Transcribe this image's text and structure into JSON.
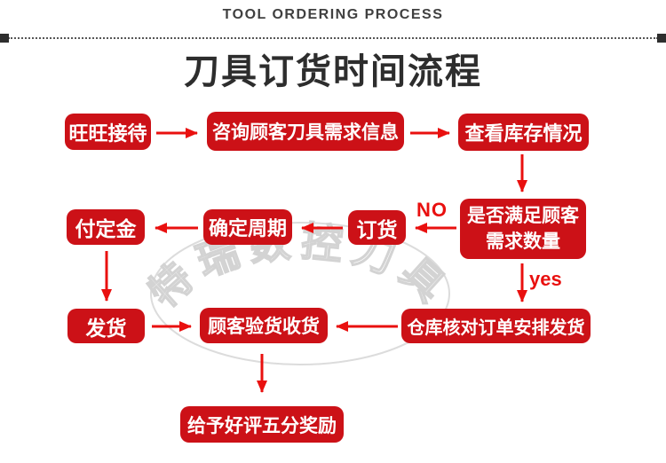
{
  "header": {
    "eyebrow": "TOOL ORDERING PROCESS",
    "title": "刀具订货时间流程"
  },
  "colors": {
    "box_red": "#cc1117",
    "arrow_red": "#e9100f",
    "title_dark": "#2d2d2d",
    "watermark_gray": "#d6d6d6"
  },
  "watermark": {
    "text": "特瑞数控刀具"
  },
  "flow": {
    "nodes": [
      {
        "id": "wangwang",
        "label": "旺旺接待"
      },
      {
        "id": "zixun",
        "label": "咨询顾客刀具需求信息"
      },
      {
        "id": "chakan",
        "label": "查看库存情况"
      },
      {
        "id": "shifou",
        "label": "是否满足顾客需求数量",
        "line1": "是否满足顾客",
        "line2": "需求数量"
      },
      {
        "id": "dinghuo",
        "label": "订货"
      },
      {
        "id": "queding",
        "label": "确定周期"
      },
      {
        "id": "fudingjin",
        "label": "付定金"
      },
      {
        "id": "fahuo",
        "label": "发货"
      },
      {
        "id": "guke",
        "label": "顾客验货收货"
      },
      {
        "id": "cangku",
        "label": "仓库核对订单安排发货"
      },
      {
        "id": "jiangli",
        "label": "给予好评五分奖励"
      }
    ],
    "branch_labels": {
      "no": "NO",
      "yes": "yes"
    }
  }
}
